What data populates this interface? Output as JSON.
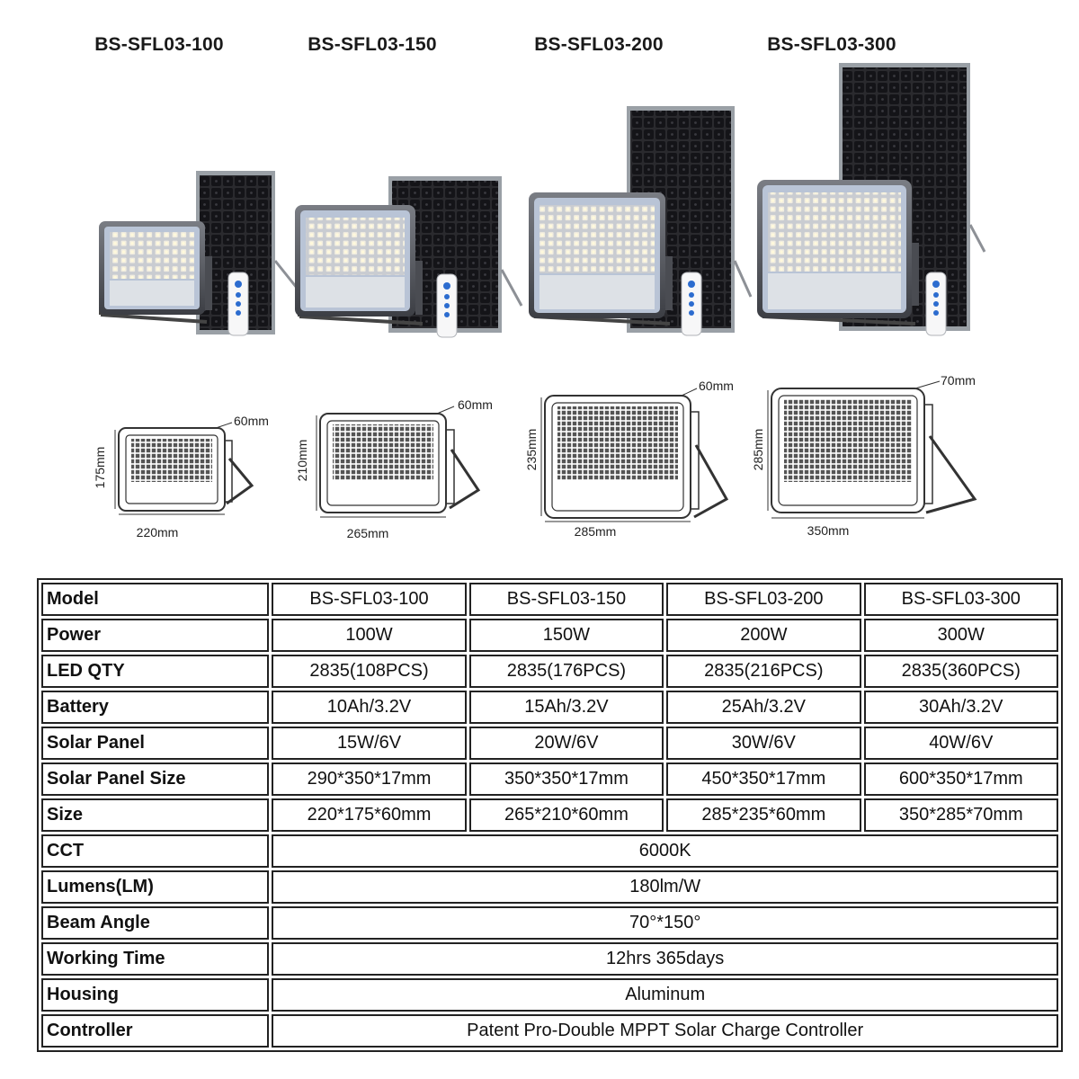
{
  "models": [
    "BS-SFL03-100",
    "BS-SFL03-150",
    "BS-SFL03-200",
    "BS-SFL03-300"
  ],
  "dimensions": [
    {
      "width": "220mm",
      "height": "175mm",
      "depth": "60mm"
    },
    {
      "width": "265mm",
      "height": "210mm",
      "depth": "60mm"
    },
    {
      "width": "285mm",
      "height": "235mm",
      "depth": "60mm"
    },
    {
      "width": "350mm",
      "height": "285mm",
      "depth": "70mm"
    }
  ],
  "table": {
    "rows": [
      {
        "label": "Model",
        "values": [
          "BS-SFL03-100",
          "BS-SFL03-150",
          "BS-SFL03-200",
          "BS-SFL03-300"
        ]
      },
      {
        "label": "Power",
        "values": [
          "100W",
          "150W",
          "200W",
          "300W"
        ]
      },
      {
        "label": "LED QTY",
        "values": [
          "2835(108PCS)",
          "2835(176PCS)",
          "2835(216PCS)",
          "2835(360PCS)"
        ]
      },
      {
        "label": "Battery",
        "values": [
          "10Ah/3.2V",
          "15Ah/3.2V",
          "25Ah/3.2V",
          "30Ah/3.2V"
        ]
      },
      {
        "label": "Solar Panel",
        "values": [
          "15W/6V",
          "20W/6V",
          "30W/6V",
          "40W/6V"
        ]
      },
      {
        "label": "Solar Panel Size",
        "values": [
          "290*350*17mm",
          "350*350*17mm",
          "450*350*17mm",
          "600*350*17mm"
        ]
      },
      {
        "label": "Size",
        "values": [
          "220*175*60mm",
          "265*210*60mm",
          "285*235*60mm",
          "350*285*70mm"
        ]
      },
      {
        "label": "CCT",
        "value": "6000K"
      },
      {
        "label": "Lumens(LM)",
        "value": "180lm/W"
      },
      {
        "label": "Beam Angle",
        "value": "70°*150°"
      },
      {
        "label": "Working Time",
        "value": "12hrs 365days"
      },
      {
        "label": "Housing",
        "value": "Aluminum"
      },
      {
        "label": "Controller",
        "value": "Patent Pro-Double MPPT Solar Charge Controller"
      }
    ]
  }
}
